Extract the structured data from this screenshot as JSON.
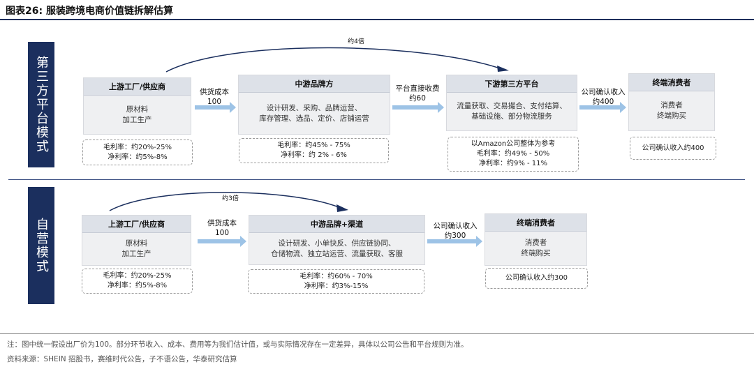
{
  "title": "图表26:  服装跨境电商价值链拆解估算",
  "sections": [
    {
      "label": "第三方平台模式",
      "multiplier": "约4倍",
      "boxes": [
        {
          "header": "上游工厂/供应商",
          "lines": [
            "原材料",
            "加工生产"
          ]
        },
        {
          "header": "中游品牌方",
          "lines": [
            "设计研发、采购、品牌运营、",
            "库存管理、选品、定价、店铺运营"
          ]
        },
        {
          "header": "下游第三方平台",
          "lines": [
            "流量获取、交易撮合、支付结算、",
            "基础设施、部分物流服务"
          ]
        },
        {
          "header": "终端消费者",
          "lines": [
            "消费者",
            "终端购买"
          ]
        }
      ],
      "arrows": [
        {
          "lines": [
            "供货成本",
            "100"
          ]
        },
        {
          "lines": [
            "平台直接收费",
            "约60"
          ]
        },
        {
          "lines": [
            "公司确认收入",
            "约400"
          ]
        }
      ],
      "notes": [
        {
          "lines": [
            "毛利率：约20%-25%",
            "净利率：约5%-8%"
          ]
        },
        {
          "lines": [
            "毛利率：约45% - 75%",
            "净利率：约 2% - 6%"
          ]
        },
        {
          "lines": [
            "以Amazon公司整体为参考",
            "毛利率：约49% - 50%",
            "净利率：约9% - 11%"
          ]
        },
        {
          "lines": [
            "公司确认收入约400"
          ]
        }
      ]
    },
    {
      "label": "自营模式",
      "multiplier": "约3倍",
      "boxes": [
        {
          "header": "上游工厂/供应商",
          "lines": [
            "原材料",
            "加工生产"
          ]
        },
        {
          "header": "中游品牌+渠道",
          "lines": [
            "设计研发、小单快反、供应链协同、",
            "仓储物流、独立站运营、流量获取、客服"
          ]
        },
        {
          "header": "终端消费者",
          "lines": [
            "消费者",
            "终端购买"
          ]
        }
      ],
      "arrows": [
        {
          "lines": [
            "供货成本",
            "100"
          ]
        },
        {
          "lines": [
            "公司确认收入",
            "约300"
          ]
        }
      ],
      "notes": [
        {
          "lines": [
            "毛利率：约20%-25%",
            "净利率：约5%-8%"
          ]
        },
        {
          "lines": [
            "毛利率：约60% - 70%",
            "净利率：约3%-15%"
          ]
        },
        {
          "lines": [
            "公司确认收入约300"
          ]
        }
      ]
    }
  ],
  "footnote": "注：图中统一假设出厂价为100。部分环节收入、成本、费用等为我们估计值，或与实际情况存在一定差异，具体以公司公告和平台规则为准。",
  "source": "资料来源：SHEIN 招股书，赛维时代公告，子不语公告，华泰研究估算",
  "colors": {
    "navy": "#1b2f5e",
    "arrow": "#9dc3e6",
    "box": "#eff0f2",
    "box_header": "#dde1e8"
  }
}
